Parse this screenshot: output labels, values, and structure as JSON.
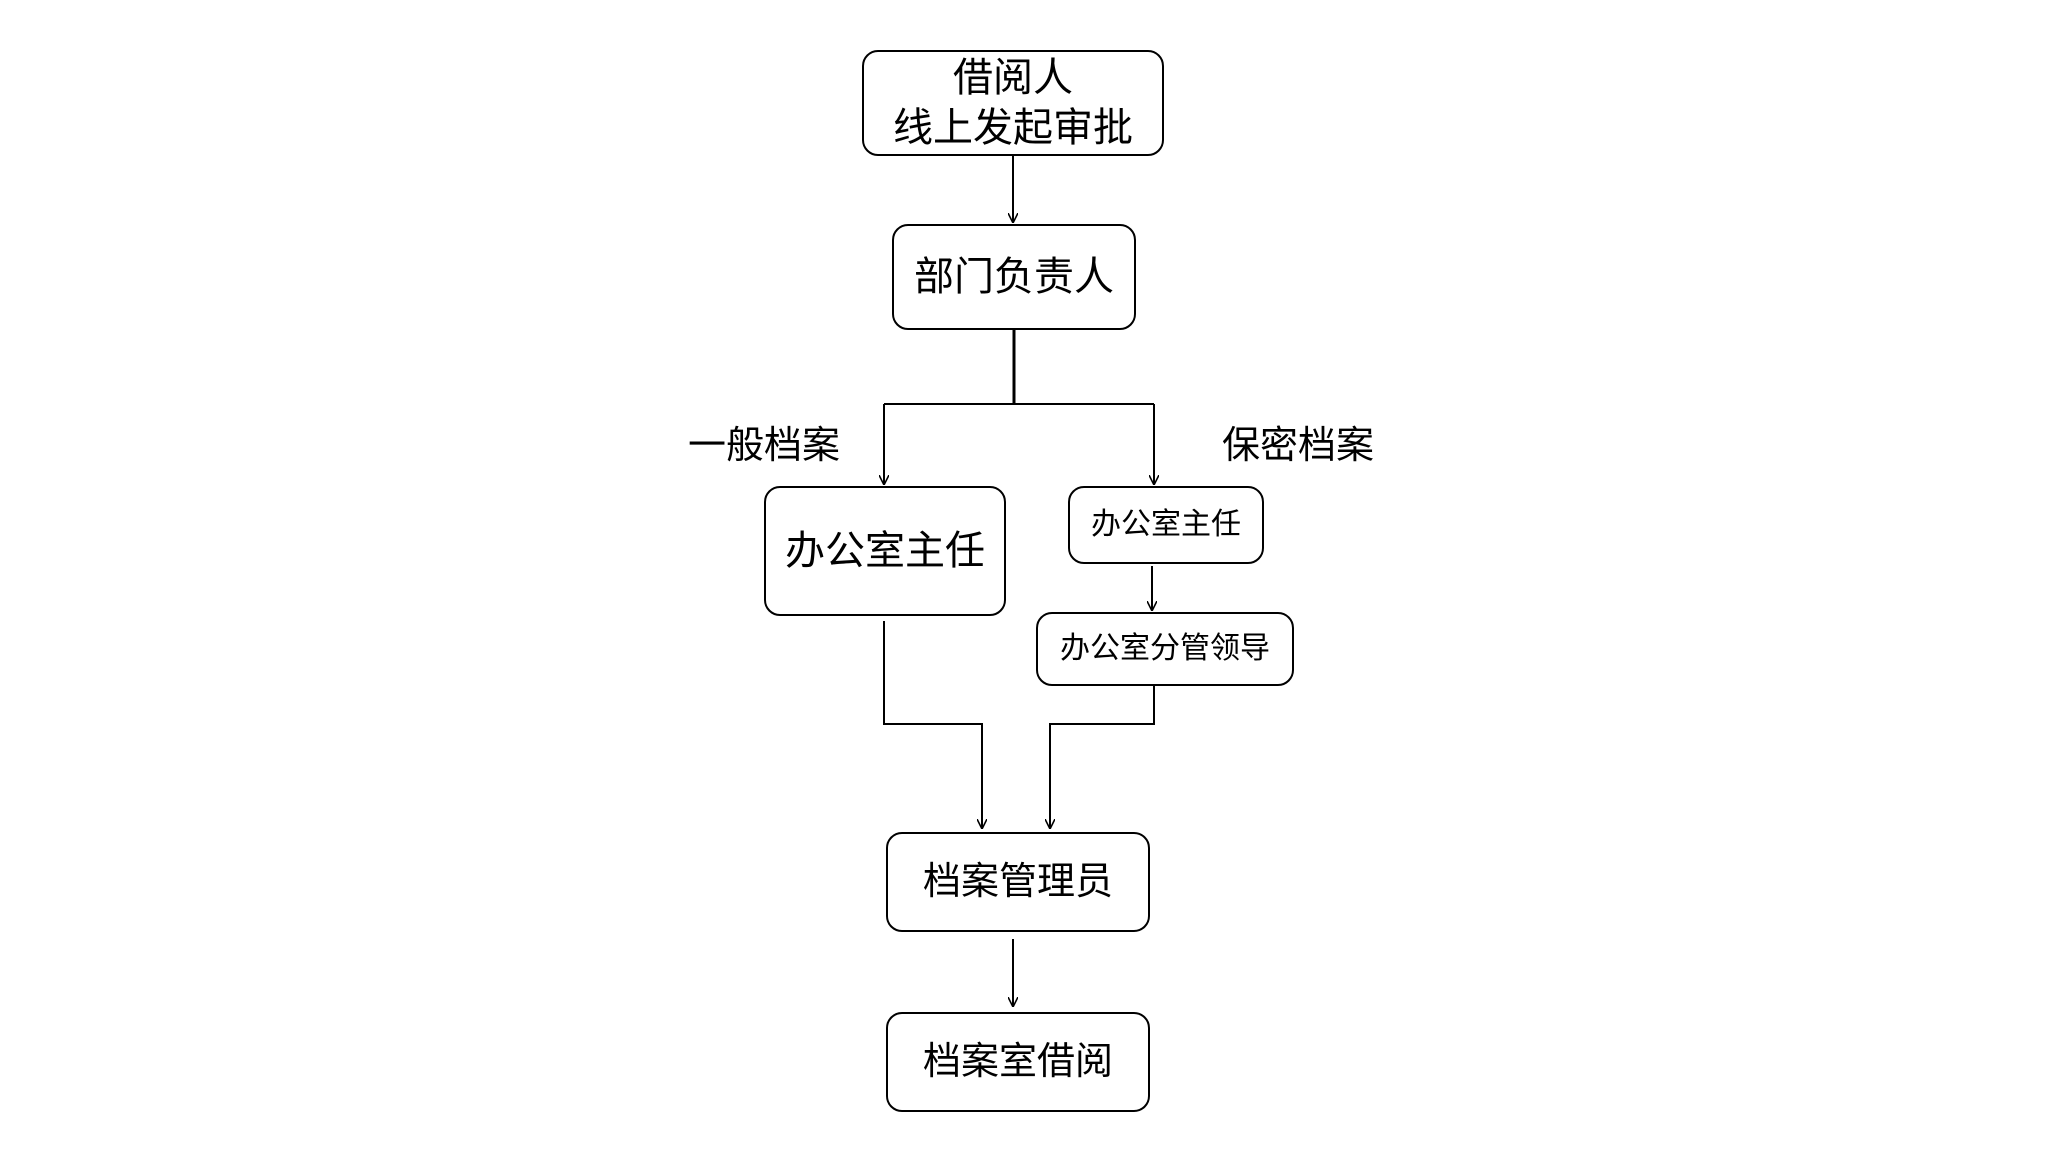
{
  "nodes": {
    "initiator": {
      "line1": "借阅人",
      "line2": "线上发起审批"
    },
    "dept_head": {
      "label": "部门负责人"
    },
    "office_director_general": {
      "label": "办公室主任"
    },
    "office_director_confidential": {
      "label": "办公室主任"
    },
    "office_supervisor": {
      "label": "办公室分管领导"
    },
    "archivist": {
      "label": "档案管理员"
    },
    "archive_room_borrow": {
      "label": "档案室借阅"
    }
  },
  "branches": {
    "general": "一般档案",
    "confidential": "保密档案"
  },
  "colors": {
    "stroke": "#000000",
    "background": "#ffffff"
  }
}
